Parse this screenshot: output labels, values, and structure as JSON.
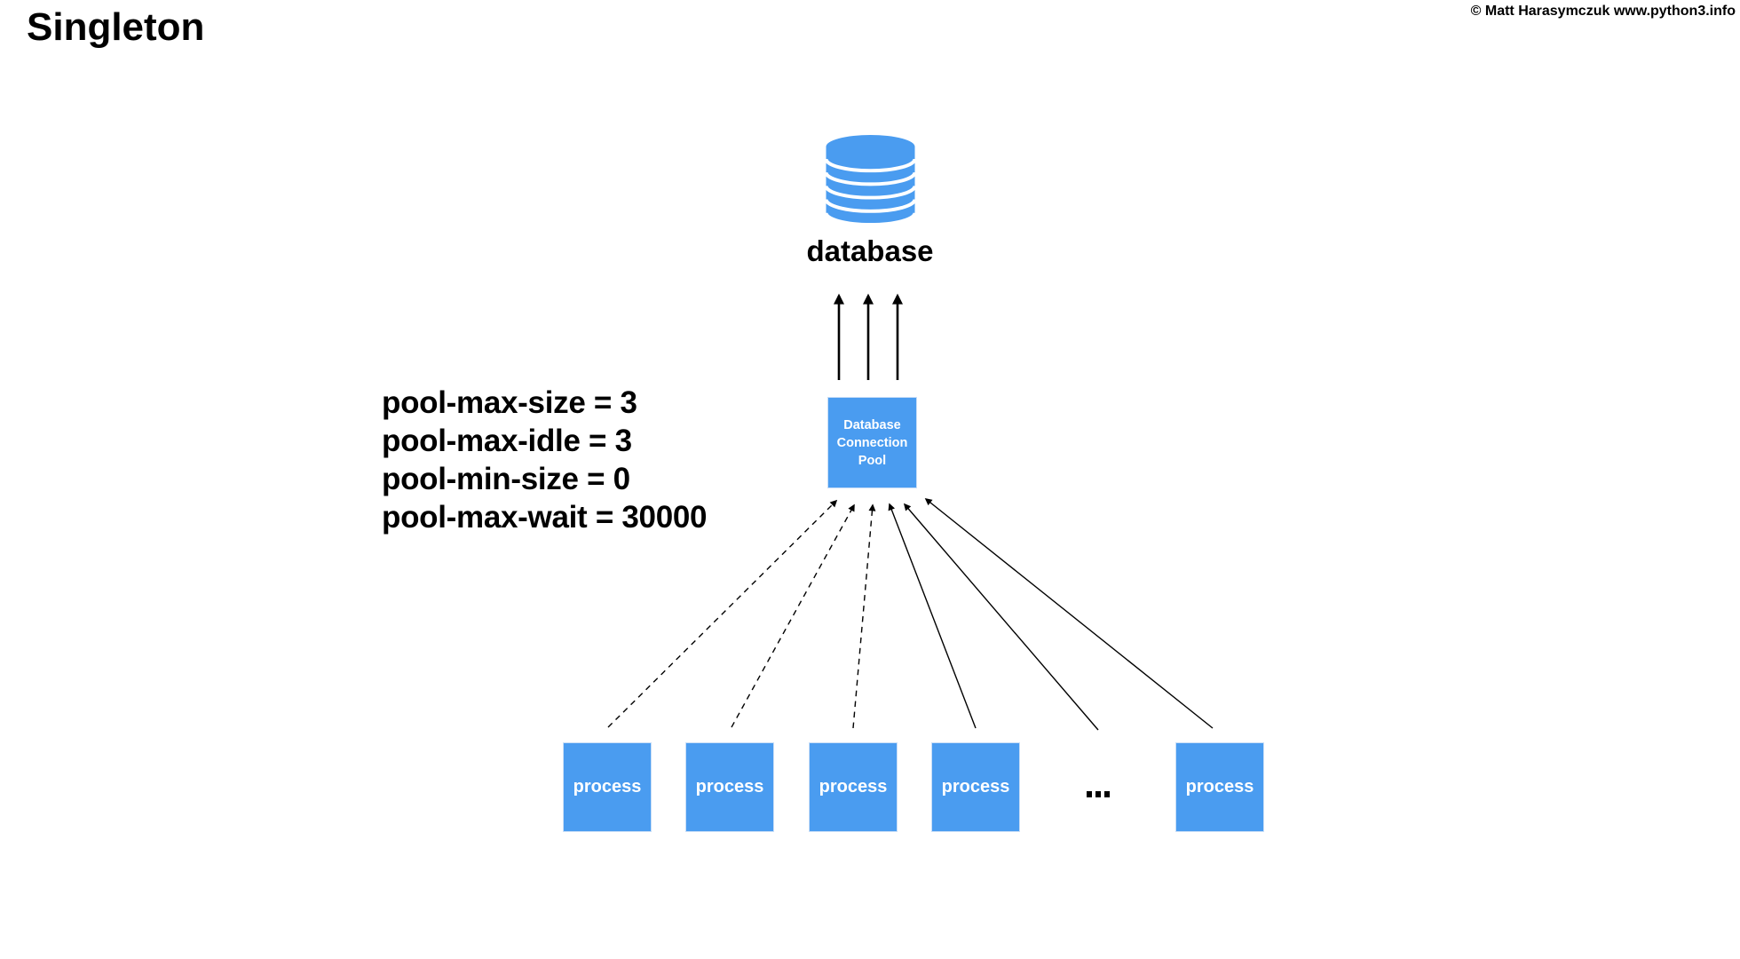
{
  "page": {
    "title": "Singleton",
    "copyright": "© Matt Harasymczuk www.python3.info",
    "background": "#FFFFFF"
  },
  "colors": {
    "accent_blue": "#4A9CF0",
    "arrow_black": "#000000",
    "box_label_white": "#FFFFFF",
    "text_black": "#000000"
  },
  "diagram": {
    "database": {
      "label": "database",
      "icon": "database-cylinder-icon"
    },
    "pool": {
      "label": "Database Connection Pool"
    },
    "params": [
      "pool-max-size = 3",
      "pool-max-idle = 3",
      "pool-min-size = 0",
      "pool-max-wait = 30000"
    ],
    "processes": [
      {
        "label": "process"
      },
      {
        "label": "process"
      },
      {
        "label": "process"
      },
      {
        "label": "process"
      },
      {
        "label": "process"
      }
    ],
    "ellipsis": "...",
    "arrows": {
      "pool_to_database": {
        "count": 3,
        "style": "solid"
      },
      "process_to_pool": [
        {
          "from": "process-1",
          "style": "dashed"
        },
        {
          "from": "process-2",
          "style": "dashed"
        },
        {
          "from": "process-3",
          "style": "dashed"
        },
        {
          "from": "process-4",
          "style": "solid"
        },
        {
          "from": "more-processes",
          "style": "solid"
        },
        {
          "from": "process-5",
          "style": "solid"
        }
      ]
    }
  }
}
